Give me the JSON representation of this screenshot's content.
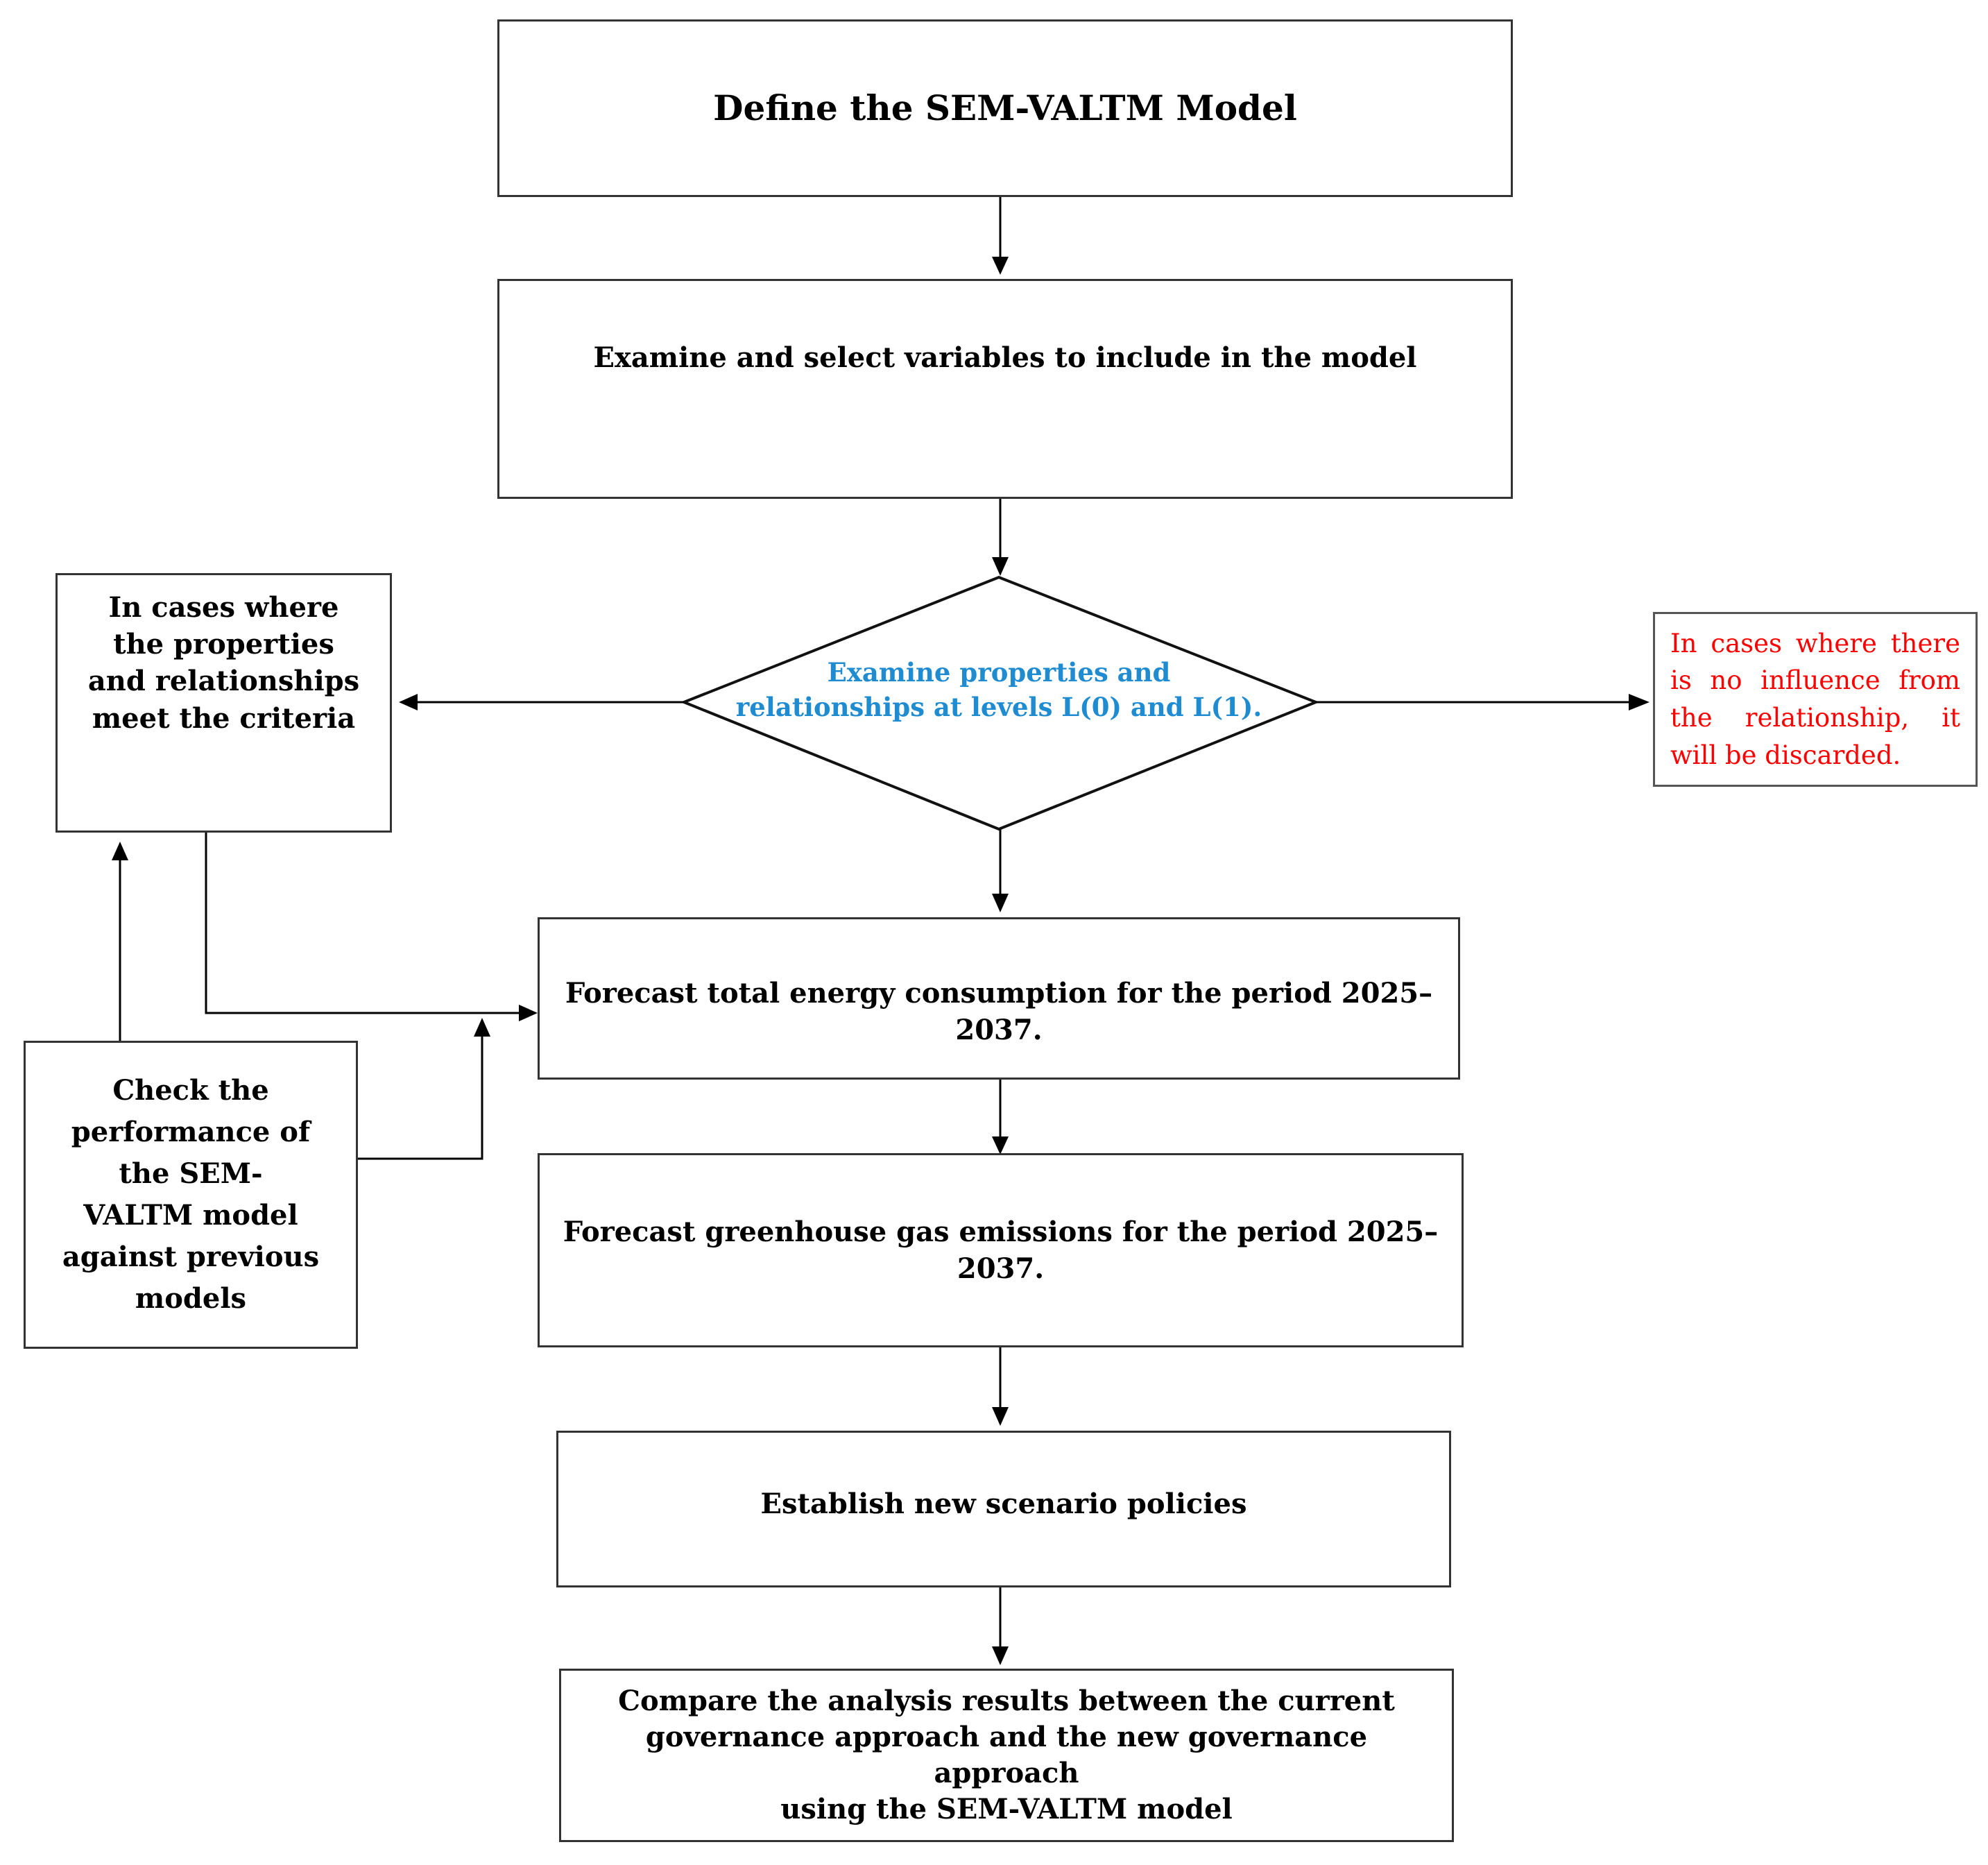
{
  "nodes": {
    "define_model": "Define the SEM-VALTM Model",
    "select_variables": "Examine and select variables to include in the model",
    "criteria_met": [
      "In cases where",
      "the properties",
      "and relationships",
      "meet the criteria"
    ],
    "examine_properties": [
      "Examine properties and",
      "relationships at levels L(0) and L(1)."
    ],
    "discarded": "In cases where there is no influence from the relationship, it will be discarded.",
    "forecast_energy": "Forecast total energy consumption for the period 2025–2037.",
    "check_performance": [
      "Check the",
      "performance of",
      "the SEM-",
      "VALTM model",
      "against previous",
      "models"
    ],
    "forecast_ghg": "Forecast greenhouse gas emissions for the period 2025–2037.",
    "scenario_policies": "Establish new scenario policies",
    "compare_results": [
      "Compare the analysis results between the current",
      "governance approach and the new governance approach",
      "using the SEM-VALTM model"
    ]
  },
  "colors": {
    "decision_text": "#1f8bd0",
    "discard_text": "#ff0000",
    "line": "#000000"
  }
}
